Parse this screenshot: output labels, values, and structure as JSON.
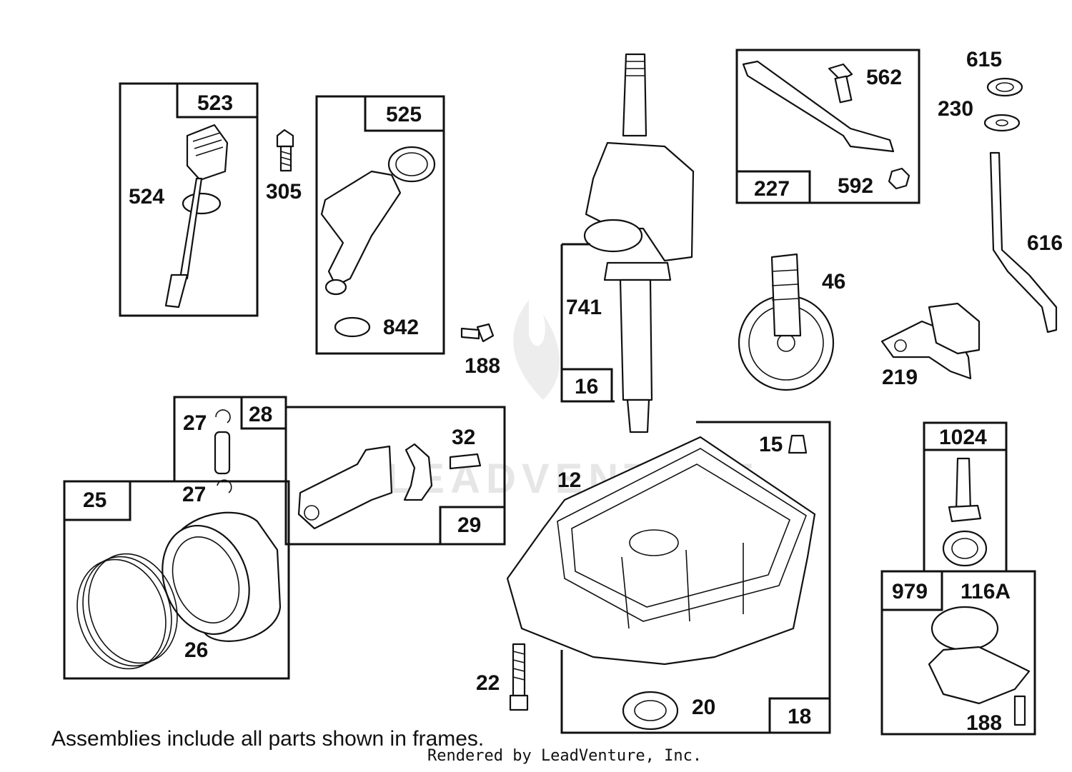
{
  "labels": {
    "p523": "523",
    "p524": "524",
    "p305": "305",
    "p525": "525",
    "p842": "842",
    "p188a": "188",
    "p741": "741",
    "p16": "16",
    "p227": "227",
    "p562": "562",
    "p592": "592",
    "p615": "615",
    "p230": "230",
    "p616": "616",
    "p46": "46",
    "p219": "219",
    "p28": "28",
    "p27a": "27",
    "p27b": "27",
    "p25": "25",
    "p26": "26",
    "p32": "32",
    "p29": "29",
    "p12": "12",
    "p15": "15",
    "p18": "18",
    "p22": "22",
    "p20": "20",
    "p1024": "1024",
    "p979": "979",
    "p116A": "116A",
    "p188b": "188"
  },
  "footnote": "Assemblies include all parts shown in frames.",
  "credit": "Rendered by LeadVenture, Inc.",
  "watermark": "LEADVENTURE"
}
